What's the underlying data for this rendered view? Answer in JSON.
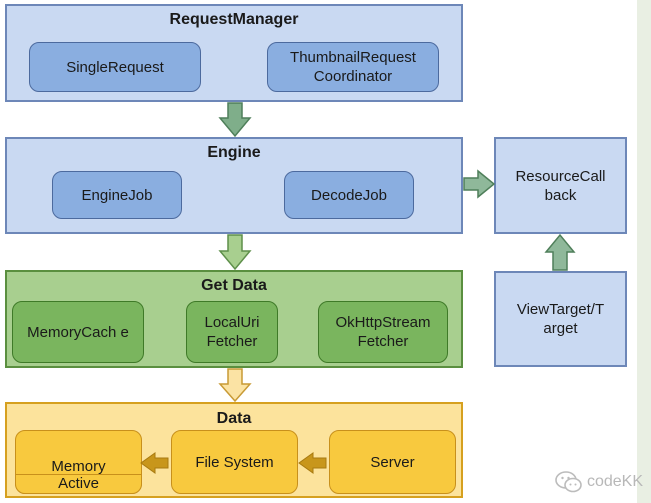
{
  "request_manager": {
    "title": "RequestManager",
    "single_request": "SingleRequest",
    "thumbnail_coordinator": "ThumbnailRequest Coordinator"
  },
  "engine": {
    "title": "Engine",
    "engine_job": "EngineJob",
    "decode_job": "DecodeJob"
  },
  "resource_callback": {
    "label": "ResourceCall back"
  },
  "view_target": {
    "label": "ViewTarget/T arget"
  },
  "get_data": {
    "title": "Get Data",
    "memory_cache": "MemoryCach e",
    "local_uri_fetcher": "LocalUri Fetcher",
    "okhttp_fetcher": "OkHttpStream Fetcher"
  },
  "data": {
    "title": "Data",
    "memory": "Memory",
    "active": "Active",
    "file_system": "File System",
    "server": "Server"
  },
  "watermark": {
    "text": "codeKK"
  },
  "colors": {
    "blue_panel": "#c9d9f2",
    "blue_box": "#8aaee0",
    "green_panel": "#a8cf8f",
    "green_box": "#7ab55e",
    "yellow_panel": "#fce39c",
    "yellow_box": "#f8c93e",
    "arrow_green": "#6f9f78",
    "arrow_yellow": "#f5d07a",
    "arrow_olive": "#c8961b"
  }
}
